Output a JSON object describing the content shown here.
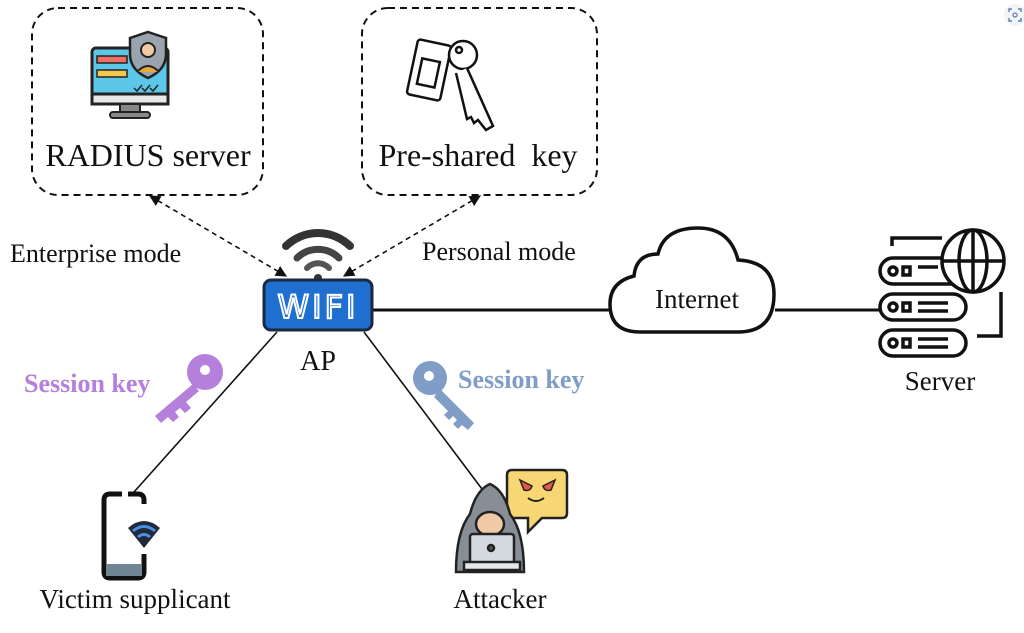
{
  "nodes": {
    "radius": {
      "label": "RADIUS server",
      "icon": "monitor-user-shield-icon"
    },
    "psk": {
      "label": "Pre-shared  key",
      "icon": "key-with-tag-icon"
    },
    "ap": {
      "label": "AP",
      "badge": "WIFI",
      "icon": "wifi-router-icon"
    },
    "internet": {
      "label": "Internet",
      "icon": "cloud-icon"
    },
    "server": {
      "label": "Server",
      "icon": "server-globe-icon"
    },
    "victim": {
      "label": "Victim supplicant",
      "icon": "phone-wifi-icon"
    },
    "attacker": {
      "label": "Attacker",
      "icon": "hooded-hacker-icon"
    }
  },
  "edges": {
    "enterprise": {
      "label": "Enterprise mode"
    },
    "personal": {
      "label": "Personal mode"
    },
    "victim_key": {
      "label": "Session key",
      "color": "#b57fdc"
    },
    "attacker_key": {
      "label": "Session key",
      "color": "#7f9dc6"
    }
  },
  "colors": {
    "wifi_blue": "#1f6fd1",
    "line": "#111111"
  }
}
